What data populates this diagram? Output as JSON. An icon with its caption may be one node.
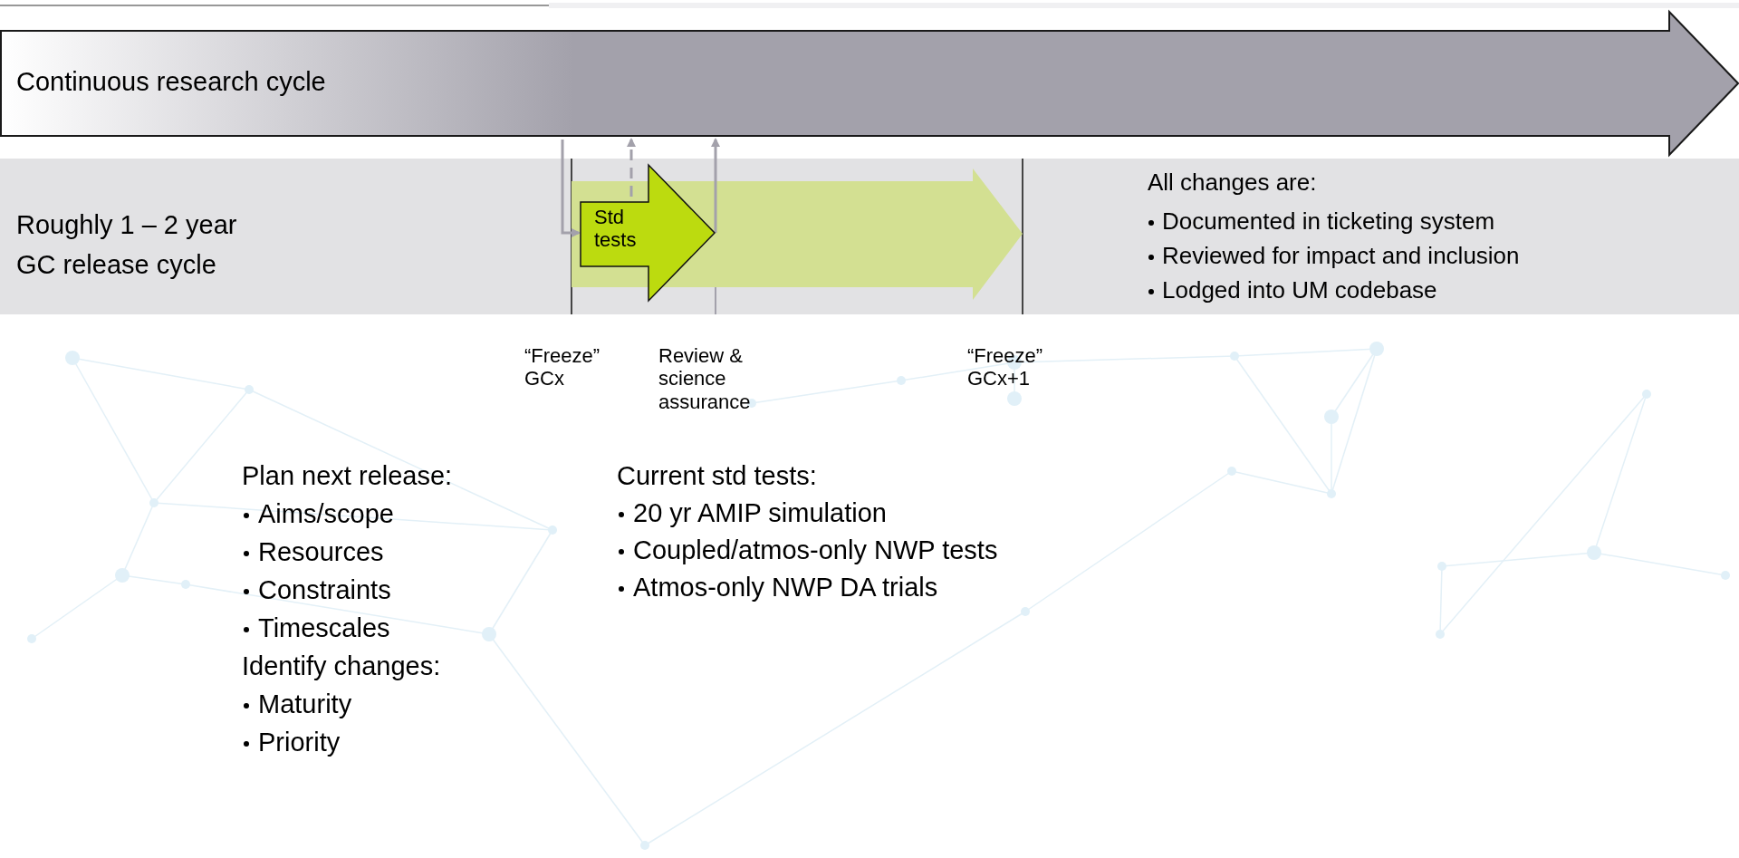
{
  "diagram": {
    "nodes": [
      {
        "text": [
          "Continuous research cycle"
        ]
      },
      {
        "text": [
          "Roughly 1 – 2 year GC release cycle",
          "All changes are:",
          "Documented in ticketing system",
          "Reviewed for impact and inclusion",
          "Lodged into UM codebase"
        ]
      },
      {
        "text": [],
        "shape": "arrow",
        "in": 1
      },
      {
        "text": [
          "Std tests"
        ],
        "in": 2
      }
    ],
    "edges": [
      {
        "from": 0,
        "to": 3,
        "arrow": "to"
      },
      {
        "from": 3,
        "to": 0,
        "arrow": "to",
        "style": "dashed"
      },
      {
        "from": 3,
        "to": 0,
        "arrow": "to"
      }
    ],
    "labels": [
      "“Freeze” GCx",
      "Review & science assurance",
      "“Freeze” GCx+1",
      "Plan next release:",
      "Aims/scope",
      "Resources",
      "Constraints",
      "Timescales",
      "Identify changes:",
      "Maturity",
      "Priority",
      "Current std tests:",
      "20 yr AMIP simulation",
      "Coupled/atmos-only NWP tests",
      "Atmos-only NWP DA trials"
    ]
  }
}
